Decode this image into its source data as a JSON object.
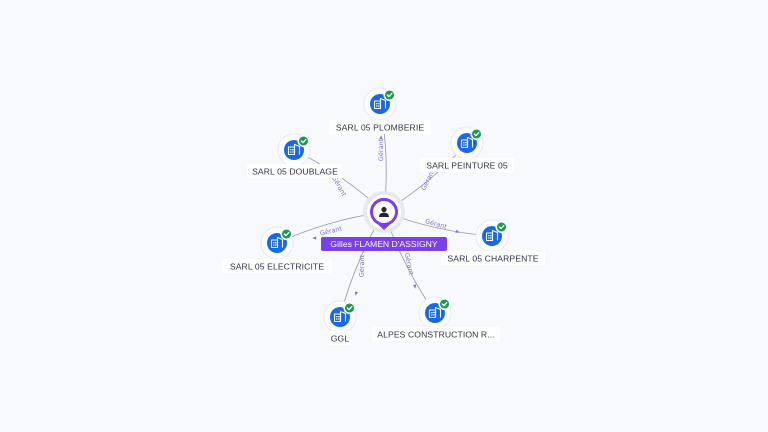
{
  "center": {
    "label": "Gilles FLAMEN D'ASSIGNY",
    "icon": "person-icon",
    "color": "#7b3ff2"
  },
  "companies": [
    {
      "label": "SARL 05 PLOMBERIE",
      "relation": "Gérant"
    },
    {
      "label": "SARL PEINTURE 05",
      "relation": "Gérant"
    },
    {
      "label": "SARL 05 DOUBLAGE",
      "relation": "Gérant"
    },
    {
      "label": "SARL 05 CHARPENTE",
      "relation": "Gérant"
    },
    {
      "label": "SARL 05 ELECTRICITE",
      "relation": "Gérant"
    },
    {
      "label": "GGL",
      "relation": "Gérant"
    },
    {
      "label": "ALPES CONSTRUCTION R...",
      "relation": "Gérant"
    }
  ],
  "colors": {
    "company_node": "#1769e8",
    "verified_badge": "#1a9b4b",
    "edge_label": "#7b73d6",
    "background": "#f8f9fc"
  },
  "icons": {
    "company": "building-icon",
    "verified": "check-badge-icon"
  }
}
